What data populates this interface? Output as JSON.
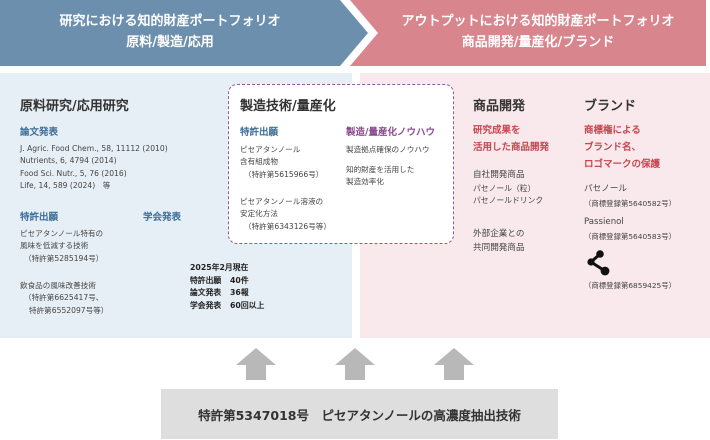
{
  "header_left": {
    "line1": "研究における知的財産ポートフォリオ",
    "line2": "原料/製造/応用"
  },
  "header_right": {
    "line1": "アウトプットにおける知的財産ポートフォリオ",
    "line2": "商品開発/量産化/ブランド"
  },
  "research": {
    "title": "原料研究/応用研究",
    "papers_heading": "論文発表",
    "papers": [
      "J. Agric. Food Chem., 58, 11112 (2010)",
      "Nutrients, 6, 4794 (2014)",
      "Food Sci. Nutr., 5, 76 (2016)",
      "Life, 14, 589 (2024)　等"
    ],
    "patent_heading": "特許出願",
    "patent_item1": [
      "ピセアタンノール特有の",
      "風味を低減する技術",
      "（特許第5285194号）"
    ],
    "patent_item2": [
      "飲食品の風味改善技術",
      "（特許第6625417号、",
      "特許第6552097号等）"
    ],
    "conference_heading": "学会発表",
    "stats": {
      "date": "2025年2月現在",
      "rows": [
        {
          "label": "特許出願",
          "value": "40件"
        },
        {
          "label": "論文発表",
          "value": "36報"
        },
        {
          "label": "学会発表",
          "value": "60回以上"
        }
      ]
    }
  },
  "manufacturing": {
    "title": "製造技術/量産化",
    "patent_heading": "特許出願",
    "patent_item1": [
      "ピセアタンノール",
      "含有組成物",
      "（特許第5615966号）"
    ],
    "patent_item2": [
      "ピセアタンノール溶液の",
      "安定化方法",
      "（特許第6343126号等）"
    ],
    "knowhow_heading": "製造/量産化ノウハウ",
    "knowhow_item1": "製造拠点確保のノウハウ",
    "knowhow_item2": [
      "知的財産を活用した",
      "製造効率化"
    ]
  },
  "product": {
    "title": "商品開発",
    "heading": [
      "研究成果を",
      "活用した商品開発"
    ],
    "own_products": [
      "自社開発商品",
      "パセノール（粒）",
      "パセノールドリンク"
    ],
    "partner_products": [
      "外部企業との",
      "共同開発商品"
    ]
  },
  "brand": {
    "title": "ブランド",
    "heading": [
      "商標権による",
      "ブランド名、",
      "ロゴマークの保護"
    ],
    "item1_name": "パセノール",
    "item1_reg": "（商標登録第5640582号）",
    "item2_name": "Passienol",
    "item2_reg": "（商標登録第5640583号）",
    "item3_reg": "（商標登録第6859425号）",
    "logo_icon": "molecule-logo-icon"
  },
  "footer": {
    "label": "特許第5347018号　ピセアタンノールの高濃度抽出技術"
  },
  "colors": {
    "header_left": "#6c8fae",
    "header_right": "#d9858d",
    "panel_blue": "#e7eff6",
    "panel_pink": "#f9e9ec",
    "accent_blue": "#3f6f98",
    "accent_red": "#c5474f",
    "accent_purple": "#8a4b8e",
    "footer_bg": "#dedede",
    "arrow": "#b8b8b8"
  }
}
